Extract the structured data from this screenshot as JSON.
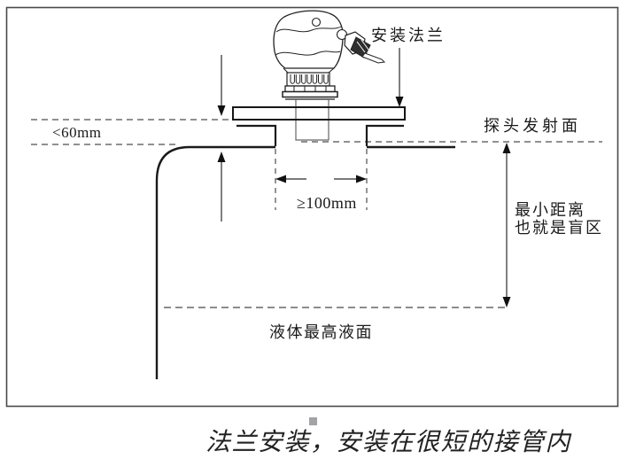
{
  "diagram": {
    "type": "flange-installation-of-radar-level-sensor",
    "labels": {
      "mounting_flange": "安装法兰",
      "flange_gap_max": "<60mm",
      "probe_emitting_face": "探头发射面",
      "nozzle_min_width": "≥100mm",
      "min_distance_line1": "最小距离",
      "min_distance_line2": "也就是盲区",
      "max_liquid_level": "液体最高液面"
    },
    "caption": "法兰安装，安装在很短的接管内",
    "colors": {
      "background": "#ffffff",
      "border": "#4a4a4a",
      "line": "#1a1a1a",
      "dashed_line": "#4d4d4d",
      "liquid_dashed_line": "#8c8c8c",
      "horn_outline": "#666666",
      "marker_square": "#a2a2a7",
      "text": "#1a1a1a"
    }
  }
}
